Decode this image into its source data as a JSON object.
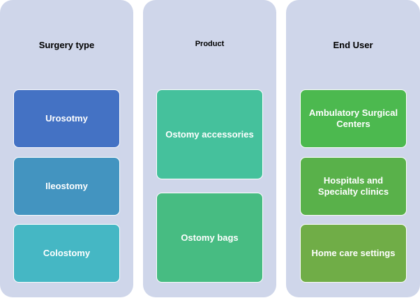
{
  "columns": {
    "surgery": {
      "title": "Surgery type",
      "items": [
        "Urosotmy",
        "Ileostomy",
        "Colostomy"
      ]
    },
    "product": {
      "title": "Product",
      "items": [
        "Ostomy accessories",
        "Ostomy bags"
      ]
    },
    "enduser": {
      "title": "End User",
      "items": [
        "Ambulatory Surgical Centers",
        "Hospitals and Specialty clinics",
        "Home care settings"
      ]
    }
  },
  "colors": {
    "panel": "#cfd6ea",
    "urosotmy": "#4472c4",
    "ileostomy": "#4394c0",
    "colostomy": "#45b7c4",
    "ostomy_accessories": "#45c19c",
    "ostomy_bags": "#47bc82",
    "ambulatory": "#4cb94f",
    "hospitals": "#59b14a",
    "home_care": "#70ad47"
  }
}
